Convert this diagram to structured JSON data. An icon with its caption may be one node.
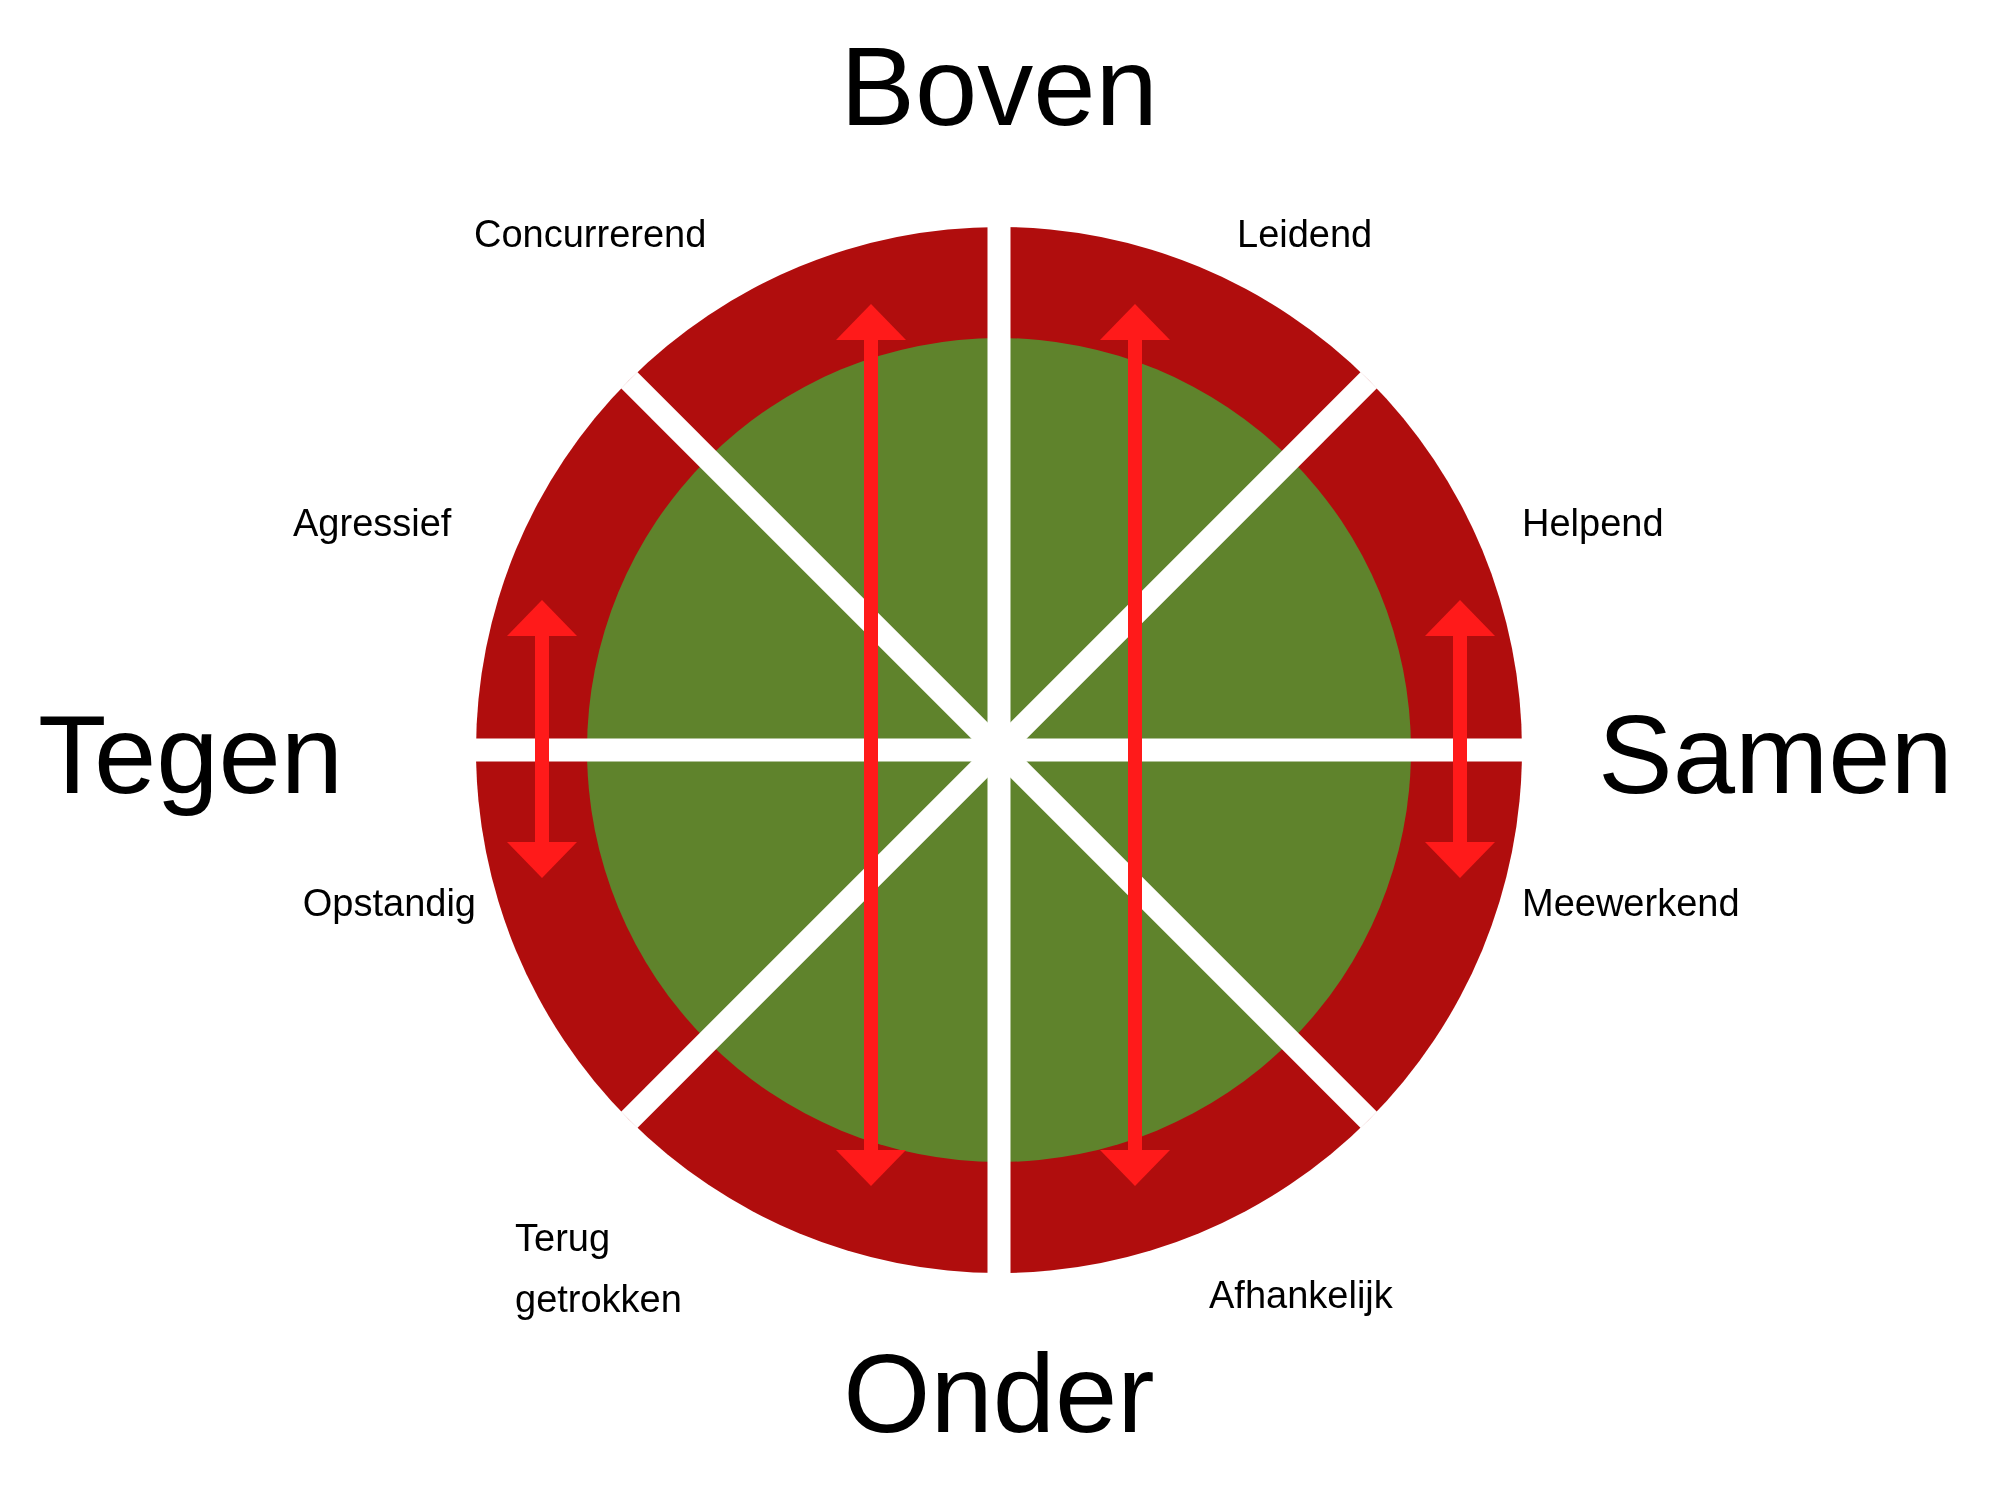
{
  "diagram": {
    "labels": [
      "Boven",
      "Concurrerend",
      "Leidend",
      "Agressief",
      "Helpend",
      "Tegen",
      "Samen",
      "Opstandig",
      "Meewerkend",
      "Terug getrokken",
      "Afhankelijk",
      "Onder"
    ]
  }
}
